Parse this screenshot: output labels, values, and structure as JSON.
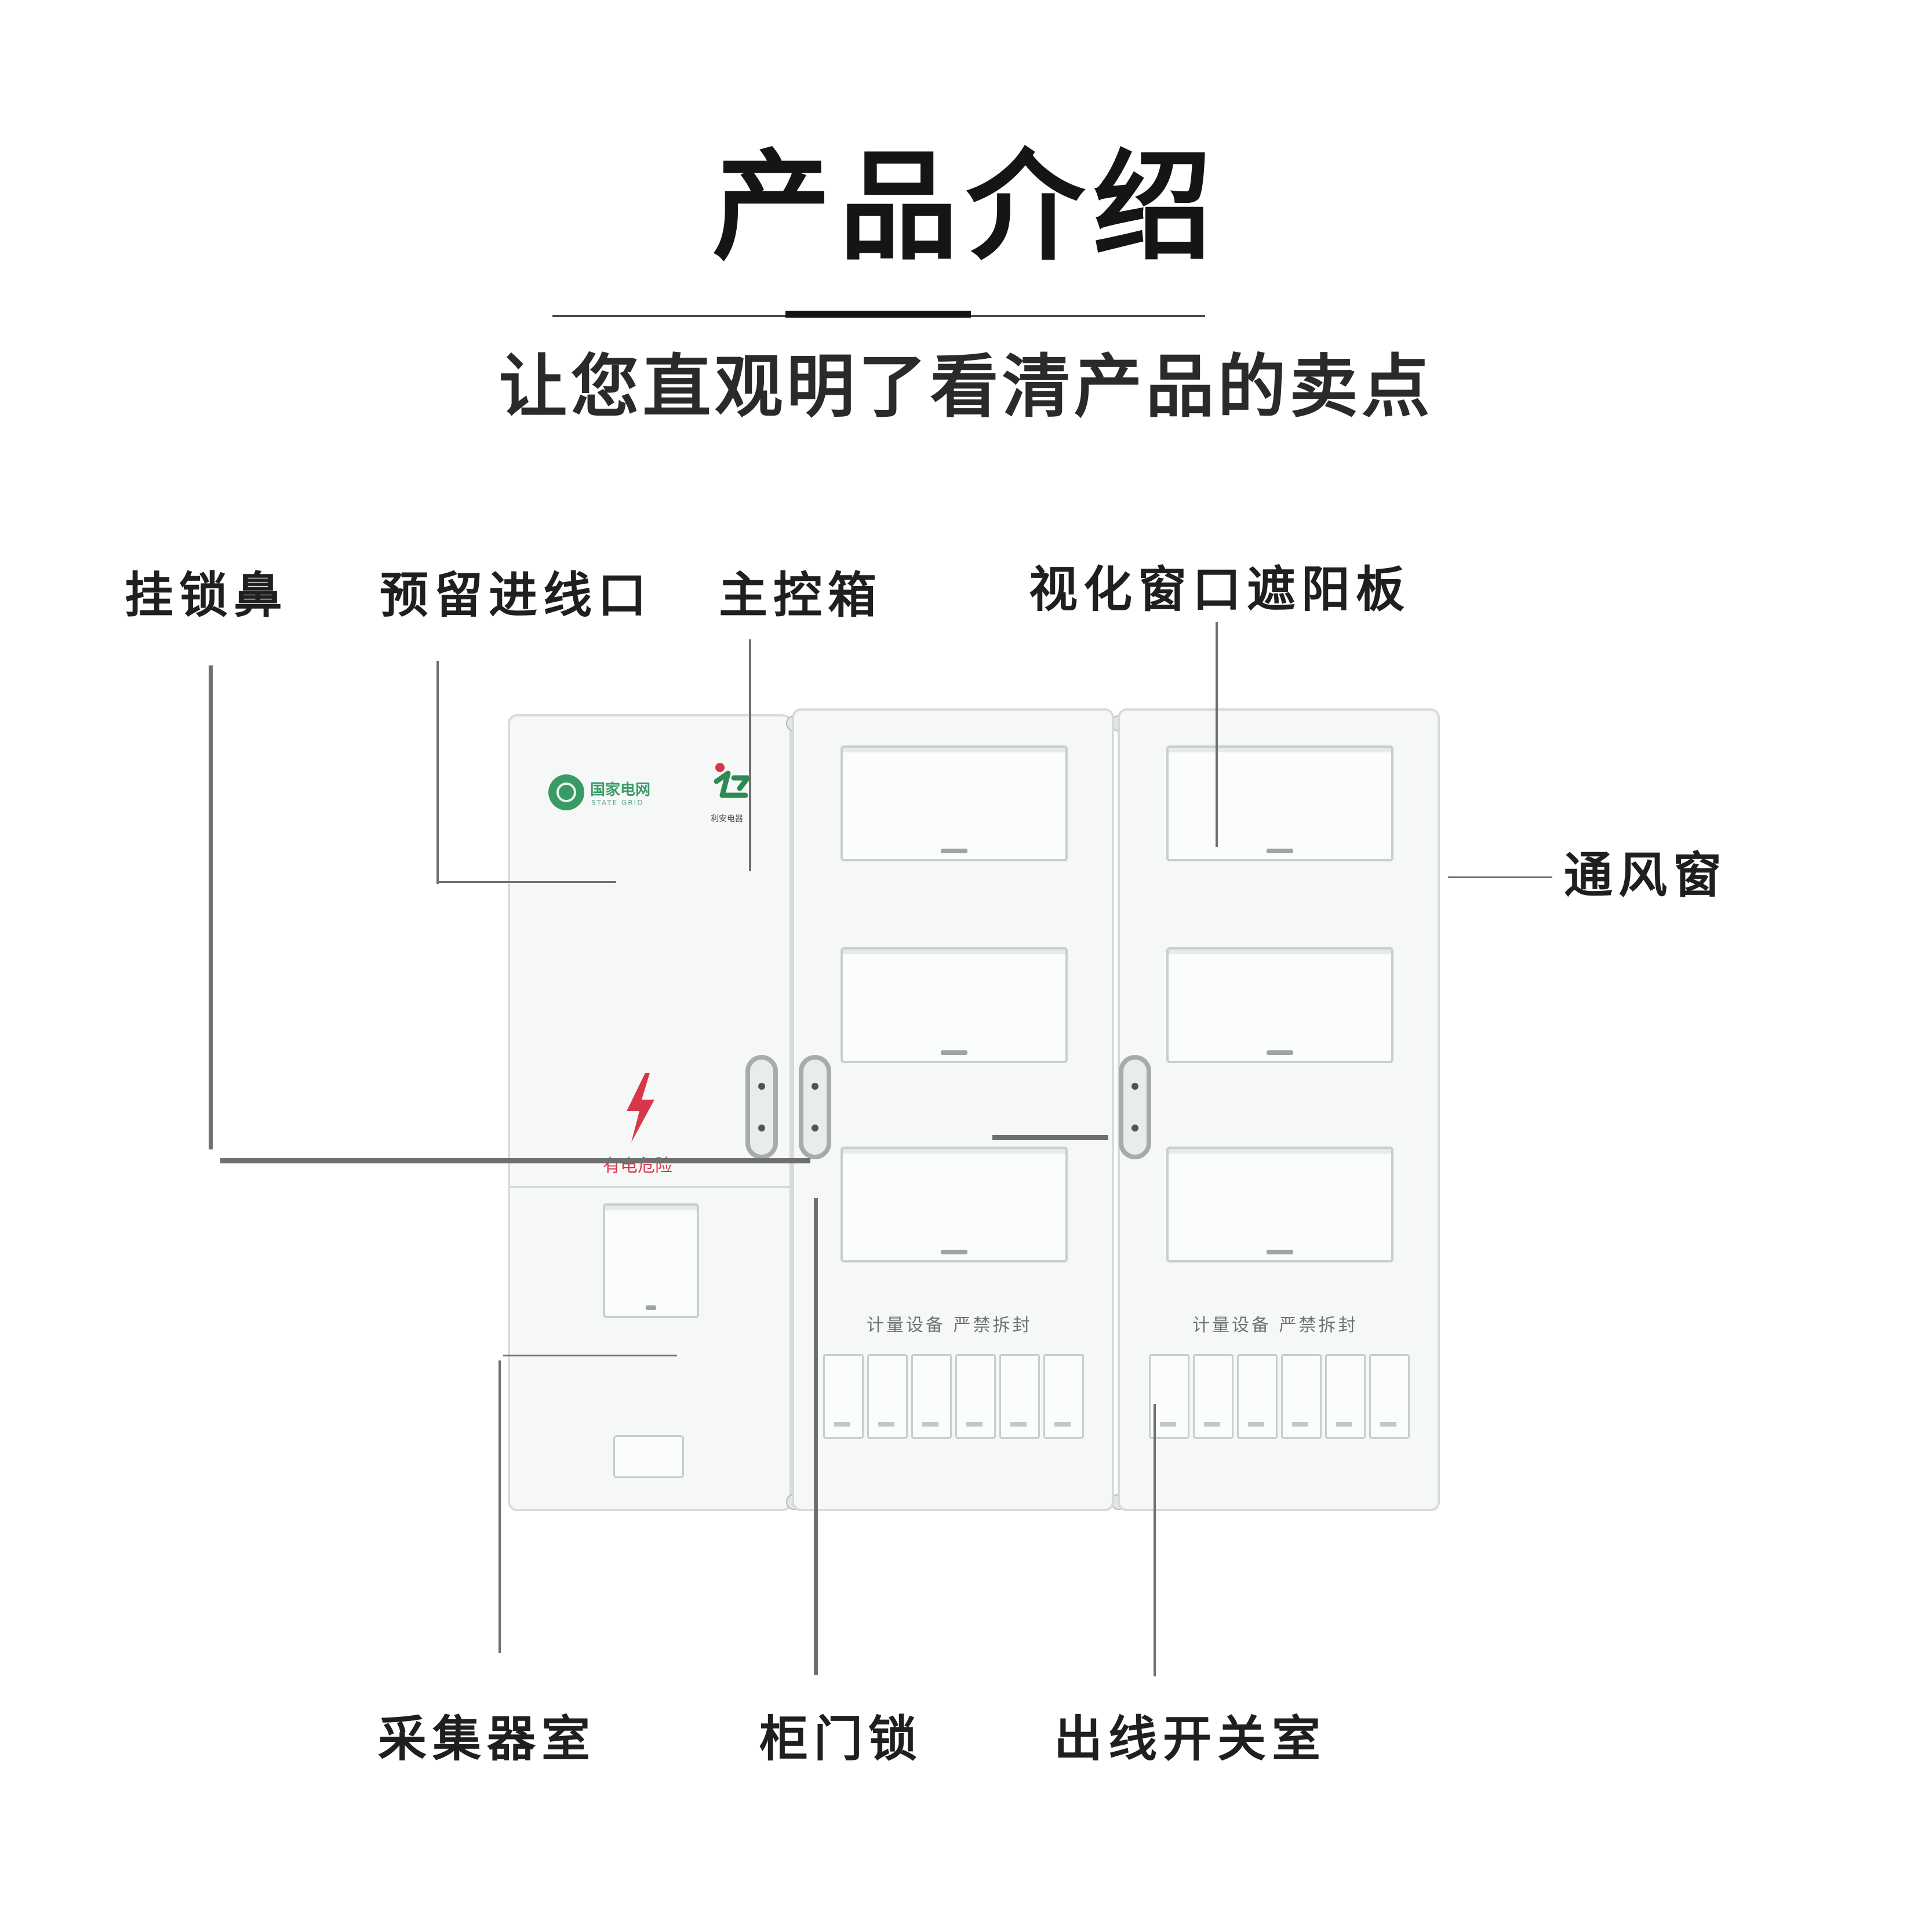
{
  "header": {
    "title": "产品介绍",
    "subtitle": "让您直观明了看清产品的卖点"
  },
  "labels": {
    "padlock_nose": "挂锁鼻",
    "reserved_inlet": "预留进线口",
    "main_control_box": "主控箱",
    "window_sunshade": "视化窗口遮阳板",
    "vent_window": "通风窗",
    "collector_room": "采集器室",
    "cabinet_lock": "柜门锁",
    "outlet_switch_room": "出线开关室"
  },
  "cabinet": {
    "grid_logo_name": "国家电网",
    "grid_logo_sub": "STATE GRID",
    "brand_name": "利安电器",
    "warning_text": "有电危险",
    "seal_notice_mid": "计量设备 严禁拆封",
    "seal_notice_right": "计量设备 严禁拆封"
  },
  "colors": {
    "title_text": "#151515",
    "leader_line": "#6f6f6f",
    "panel_fill": "#f6f8f8",
    "warning_red": "#d8364a",
    "logo_green": "#3a9a66"
  }
}
